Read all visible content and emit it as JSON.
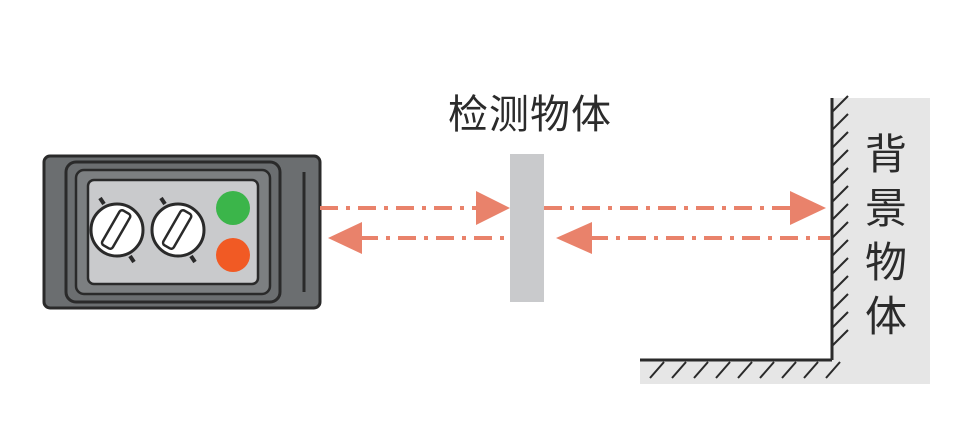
{
  "labels": {
    "detected_object": "检测物体",
    "background_object_chars": [
      "背",
      "景",
      "物",
      "体"
    ]
  },
  "colors": {
    "beam": "#e9826b",
    "sensor_body": "#6b6e70",
    "sensor_outline": "#2a2a2a",
    "object_plate": "#c9cacc",
    "background_wall": "#e6e6e6",
    "indicator_green": "#3bb54a",
    "indicator_orange": "#f15a24"
  },
  "icons": {
    "adjust_knob": "adjust-knob-icon",
    "indicator": "indicator-led-icon"
  }
}
